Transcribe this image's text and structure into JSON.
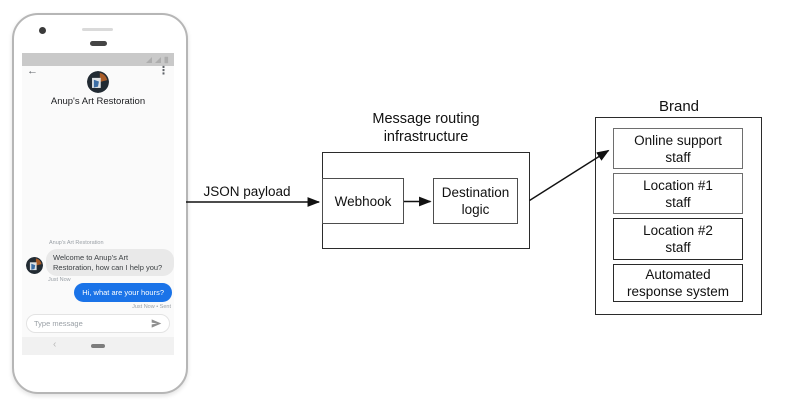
{
  "phone": {
    "business_name": "Anup's Art Restoration",
    "icons": {
      "back": "←",
      "menu": "⋮",
      "nav_back": "‹",
      "send": "paper-plane",
      "status": "signal-wifi-battery"
    },
    "chat": {
      "sender_label": "Anup's Art Restoration",
      "incoming": {
        "text": "Welcome to Anup's Art Restoration, how can I help you?",
        "timestamp": "Just Now"
      },
      "outgoing": {
        "text": "Hi, what are your hours?",
        "timestamp": "Just Now • Sent"
      }
    },
    "composer": {
      "placeholder": "Type message"
    }
  },
  "diagram": {
    "json_label": "JSON payload",
    "routing": {
      "title": "Message routing\ninfrastructure",
      "webhook": "Webhook",
      "destination": "Destination\nlogic"
    },
    "brand": {
      "title": "Brand",
      "boxes": [
        "Online support\nstaff",
        "Location #1\nstaff",
        "Location #2\nstaff",
        "Automated\nresponse system"
      ]
    }
  },
  "colors": {
    "outgoing_bubble": "#1a73e8",
    "incoming_bubble": "#e9e9e9",
    "status_bar": "#c9c9c9",
    "diagram_line": "#111111"
  }
}
